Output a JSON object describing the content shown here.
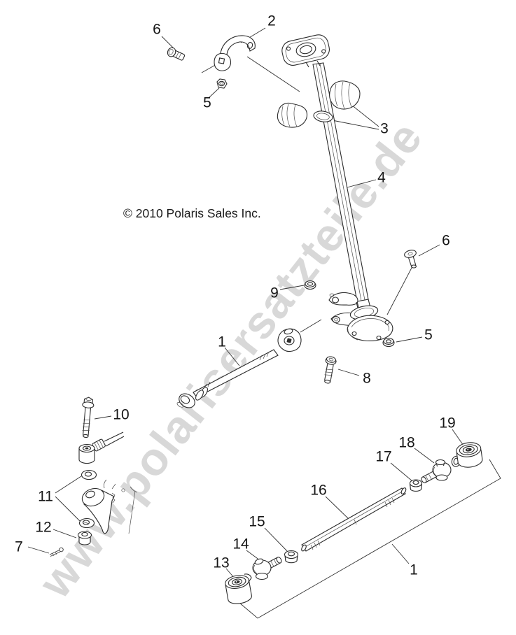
{
  "page": {
    "background": "#ffffff",
    "line_color": "#2b2b2b",
    "watermark_color": "#d4d4d4"
  },
  "diagram": {
    "copyright": "© 2010 Polaris Sales Inc.",
    "watermark": "www.polarisersatzteile.de",
    "callouts": {
      "c2": "2",
      "c6a": "6",
      "c5a": "5",
      "c3": "3",
      "c4": "4",
      "c9": "9",
      "c6b": "6",
      "c5b": "5",
      "c8": "8",
      "c1a": "1",
      "c10": "10",
      "c11": "11",
      "c12": "12",
      "c7": "7",
      "c13": "13",
      "c14": "14",
      "c15": "15",
      "c16": "16",
      "c17": "17",
      "c18": "18",
      "c19": "19",
      "c1b": "1"
    }
  }
}
